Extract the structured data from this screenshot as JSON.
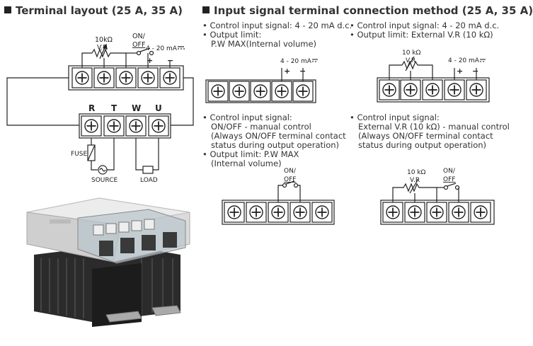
{
  "left": {
    "title": "Terminal layout (25 A, 35 A)",
    "vr_value": "10kΩ",
    "vr_label": "V.R",
    "onoff_top": "ON/",
    "onoff_bottom": "OFF",
    "current_label": "4 - 20 mA",
    "phase_labels": [
      "R",
      "T",
      "W",
      "U"
    ],
    "fuse_label": "FUSE",
    "source_label": "SOURCE",
    "load_label": "LOAD"
  },
  "right": {
    "title": "Input signal terminal connection method (25 A, 35 A)",
    "sec1": [
      "Control input signal: 4 - 20 mA d.c.",
      "Output limit:",
      "P.W MAX(Internal volume)"
    ],
    "sec2": [
      "Control input signal: 4 - 20 mA d.c.",
      "Output limit: External V.R (10 kΩ)"
    ],
    "sec3": [
      "Control input signal:",
      "ON/OFF - manual control",
      "(Always ON/OFF terminal contact",
      "status during output operation)",
      "Output limit: P.W MAX",
      "(Internal volume)"
    ],
    "sec4": [
      "Control input signal:",
      "External V.R (10 kΩ) - manual control",
      "(Always ON/OFF terminal contact",
      "status during output operation)"
    ],
    "diag_current": "4 - 20 mA",
    "diag_vr_value": "10 kΩ",
    "diag_vr_label": "V.R",
    "diag_onoff_top": "ON/",
    "diag_onoff_bottom": "OFF"
  }
}
